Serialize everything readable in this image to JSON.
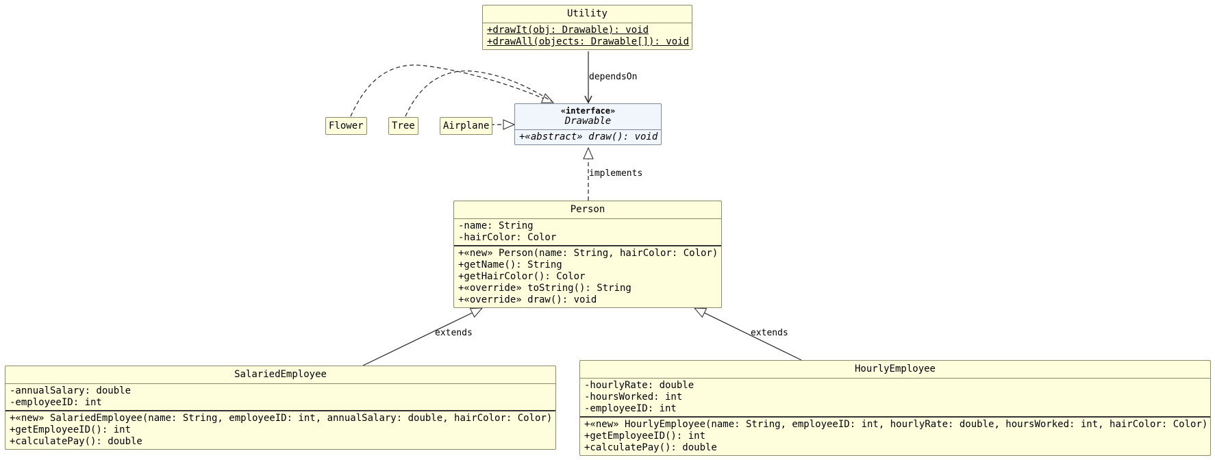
{
  "utility": {
    "name": "Utility",
    "methods": [
      "+drawIt(obj: Drawable): void",
      "+drawAll(objects: Drawable[]): void"
    ]
  },
  "drawable": {
    "stereotype": "«interface»",
    "name": "Drawable",
    "methods": [
      "+«abstract» draw(): void"
    ]
  },
  "flower": {
    "name": "Flower"
  },
  "tree": {
    "name": "Tree"
  },
  "airplane": {
    "name": "Airplane"
  },
  "person": {
    "name": "Person",
    "fields": [
      "-name: String",
      "-hairColor: Color"
    ],
    "methods": [
      "+«new» Person(name: String, hairColor: Color)",
      "+getName(): String",
      "+getHairColor(): Color",
      "+«override» toString(): String",
      "+«override» draw(): void"
    ]
  },
  "salaried": {
    "name": "SalariedEmployee",
    "fields": [
      "-annualSalary: double",
      "-employeeID: int"
    ],
    "methods": [
      "+«new» SalariedEmployee(name: String, employeeID: int, annualSalary: double, hairColor: Color)",
      "+getEmployeeID(): int",
      "+calculatePay(): double"
    ]
  },
  "hourly": {
    "name": "HourlyEmployee",
    "fields": [
      "-hourlyRate: double",
      "-hoursWorked: int",
      "-employeeID: int"
    ],
    "methods": [
      "+«new» HourlyEmployee(name: String, employeeID: int, hourlyRate: double, hoursWorked: int, hairColor: Color)",
      "+getEmployeeID(): int",
      "+calculatePay(): double"
    ]
  },
  "edge_labels": {
    "depends_on": "dependsOn",
    "implements": "implements",
    "extends_salaried": "extends",
    "extends_hourly": "extends"
  },
  "colors": {
    "class_fill": "#fefedd",
    "interface_fill": "#f0f6fc",
    "border": "#8a8a6a",
    "edge": "#222222"
  }
}
